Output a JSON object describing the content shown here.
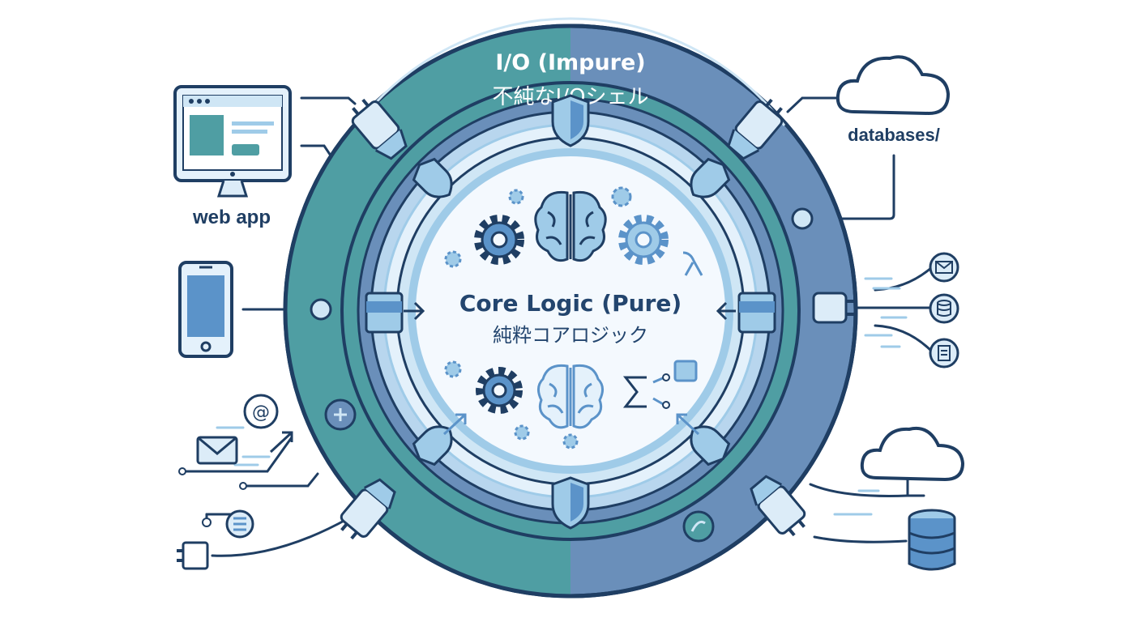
{
  "shell": {
    "title": "I/O (Impure)",
    "subtitle": "不純なI/Oシェル"
  },
  "core": {
    "title": "Core Logic (Pure)",
    "subtitle": "純粋コアロジック"
  },
  "labels": {
    "web_app": "web app",
    "databases": "databases/"
  },
  "colors": {
    "outline": "#1f3e63",
    "shell_teal": "#4f9ea3",
    "shell_blue": "#6a8fba",
    "inner_light": "#dcecf8",
    "core_fill": "#f4f9fe",
    "accent_blue": "#5b93c9",
    "dash_blue": "#9fcbe8"
  },
  "icons": [
    "monitor-icon",
    "phone-icon",
    "at-icon",
    "mail-icon",
    "database-icon",
    "power-plug-icon",
    "cloud-icon",
    "cylinder-database-icon",
    "document-icon",
    "gear-icon",
    "brain-icon",
    "lambda-icon",
    "sigma-icon",
    "shield-icon"
  ]
}
